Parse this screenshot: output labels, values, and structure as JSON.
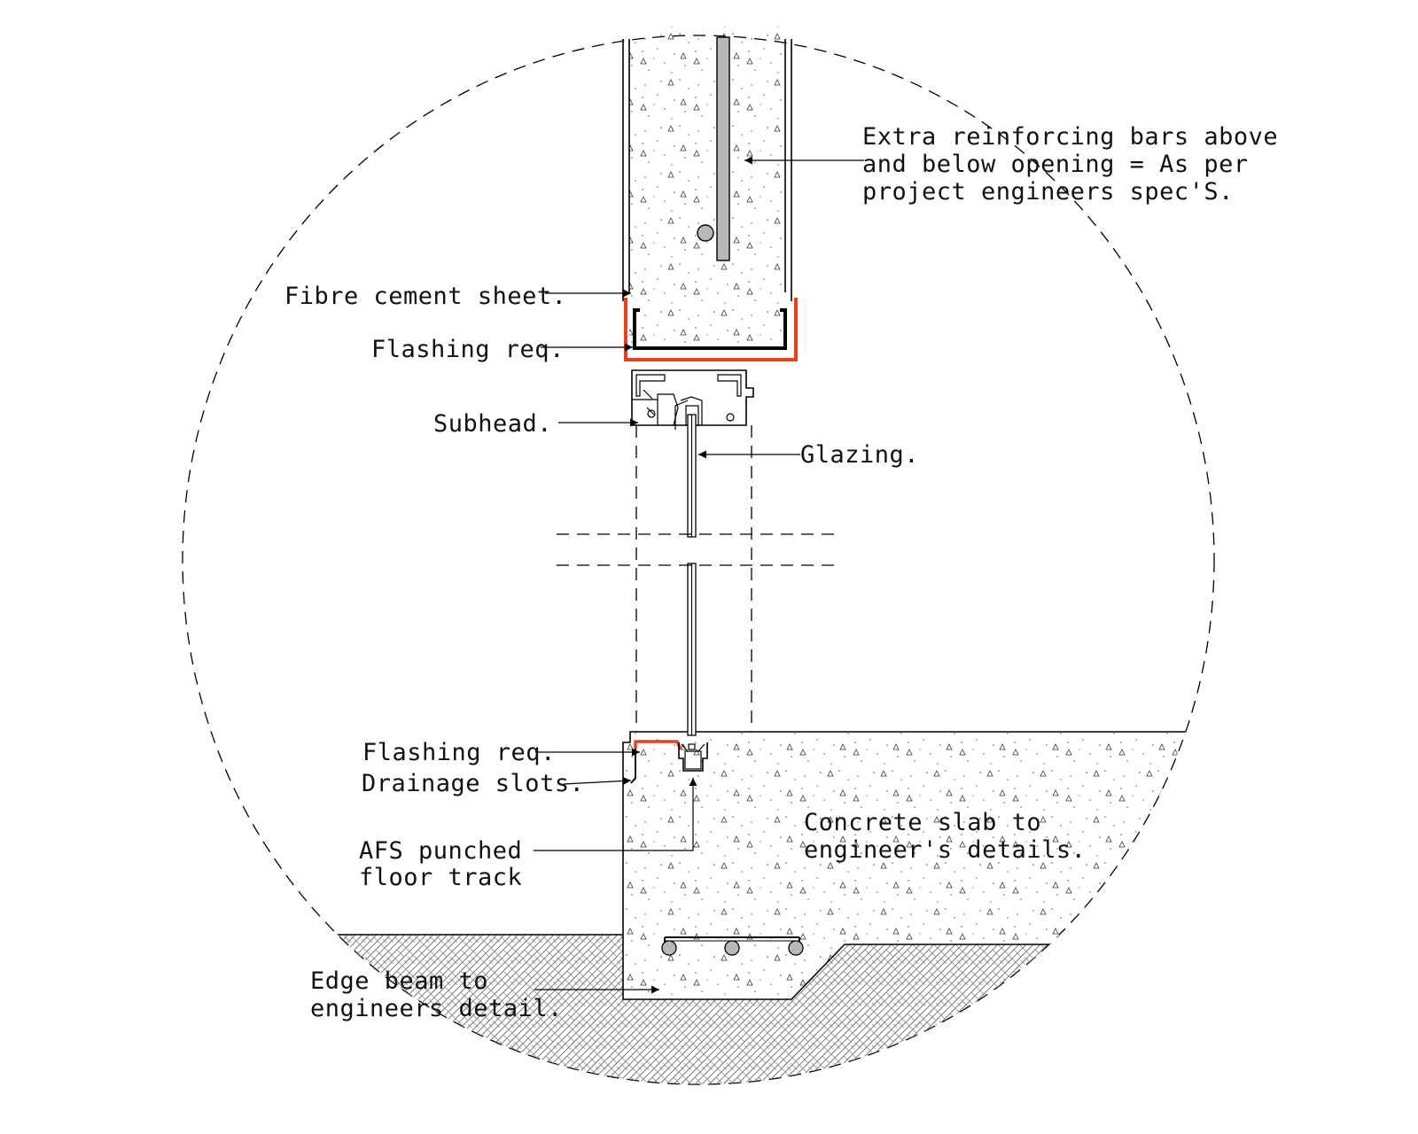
{
  "drawing": {
    "labels": {
      "reinforcing_1": "Extra reinforcing bars above",
      "reinforcing_2": "and below opening = As per",
      "reinforcing_3": "project engineers spec'S.",
      "fibre_cement": "Fibre cement sheet.",
      "flashing_top": "Flashing req.",
      "subhead": "Subhead.",
      "glazing": "Glazing.",
      "flashing_bottom": "Flashing req.",
      "drainage": "Drainage slots.",
      "afs_1": "AFS punched",
      "afs_2": "floor track",
      "slab_1": "Concrete slab to",
      "slab_2": "engineer's details.",
      "edge_1": "Edge beam to",
      "edge_2": "engineers detail."
    },
    "colors": {
      "flashing": "#e8431c",
      "line": "#000000",
      "rebar": "#b8b8b8",
      "background": "#ffffff"
    }
  }
}
